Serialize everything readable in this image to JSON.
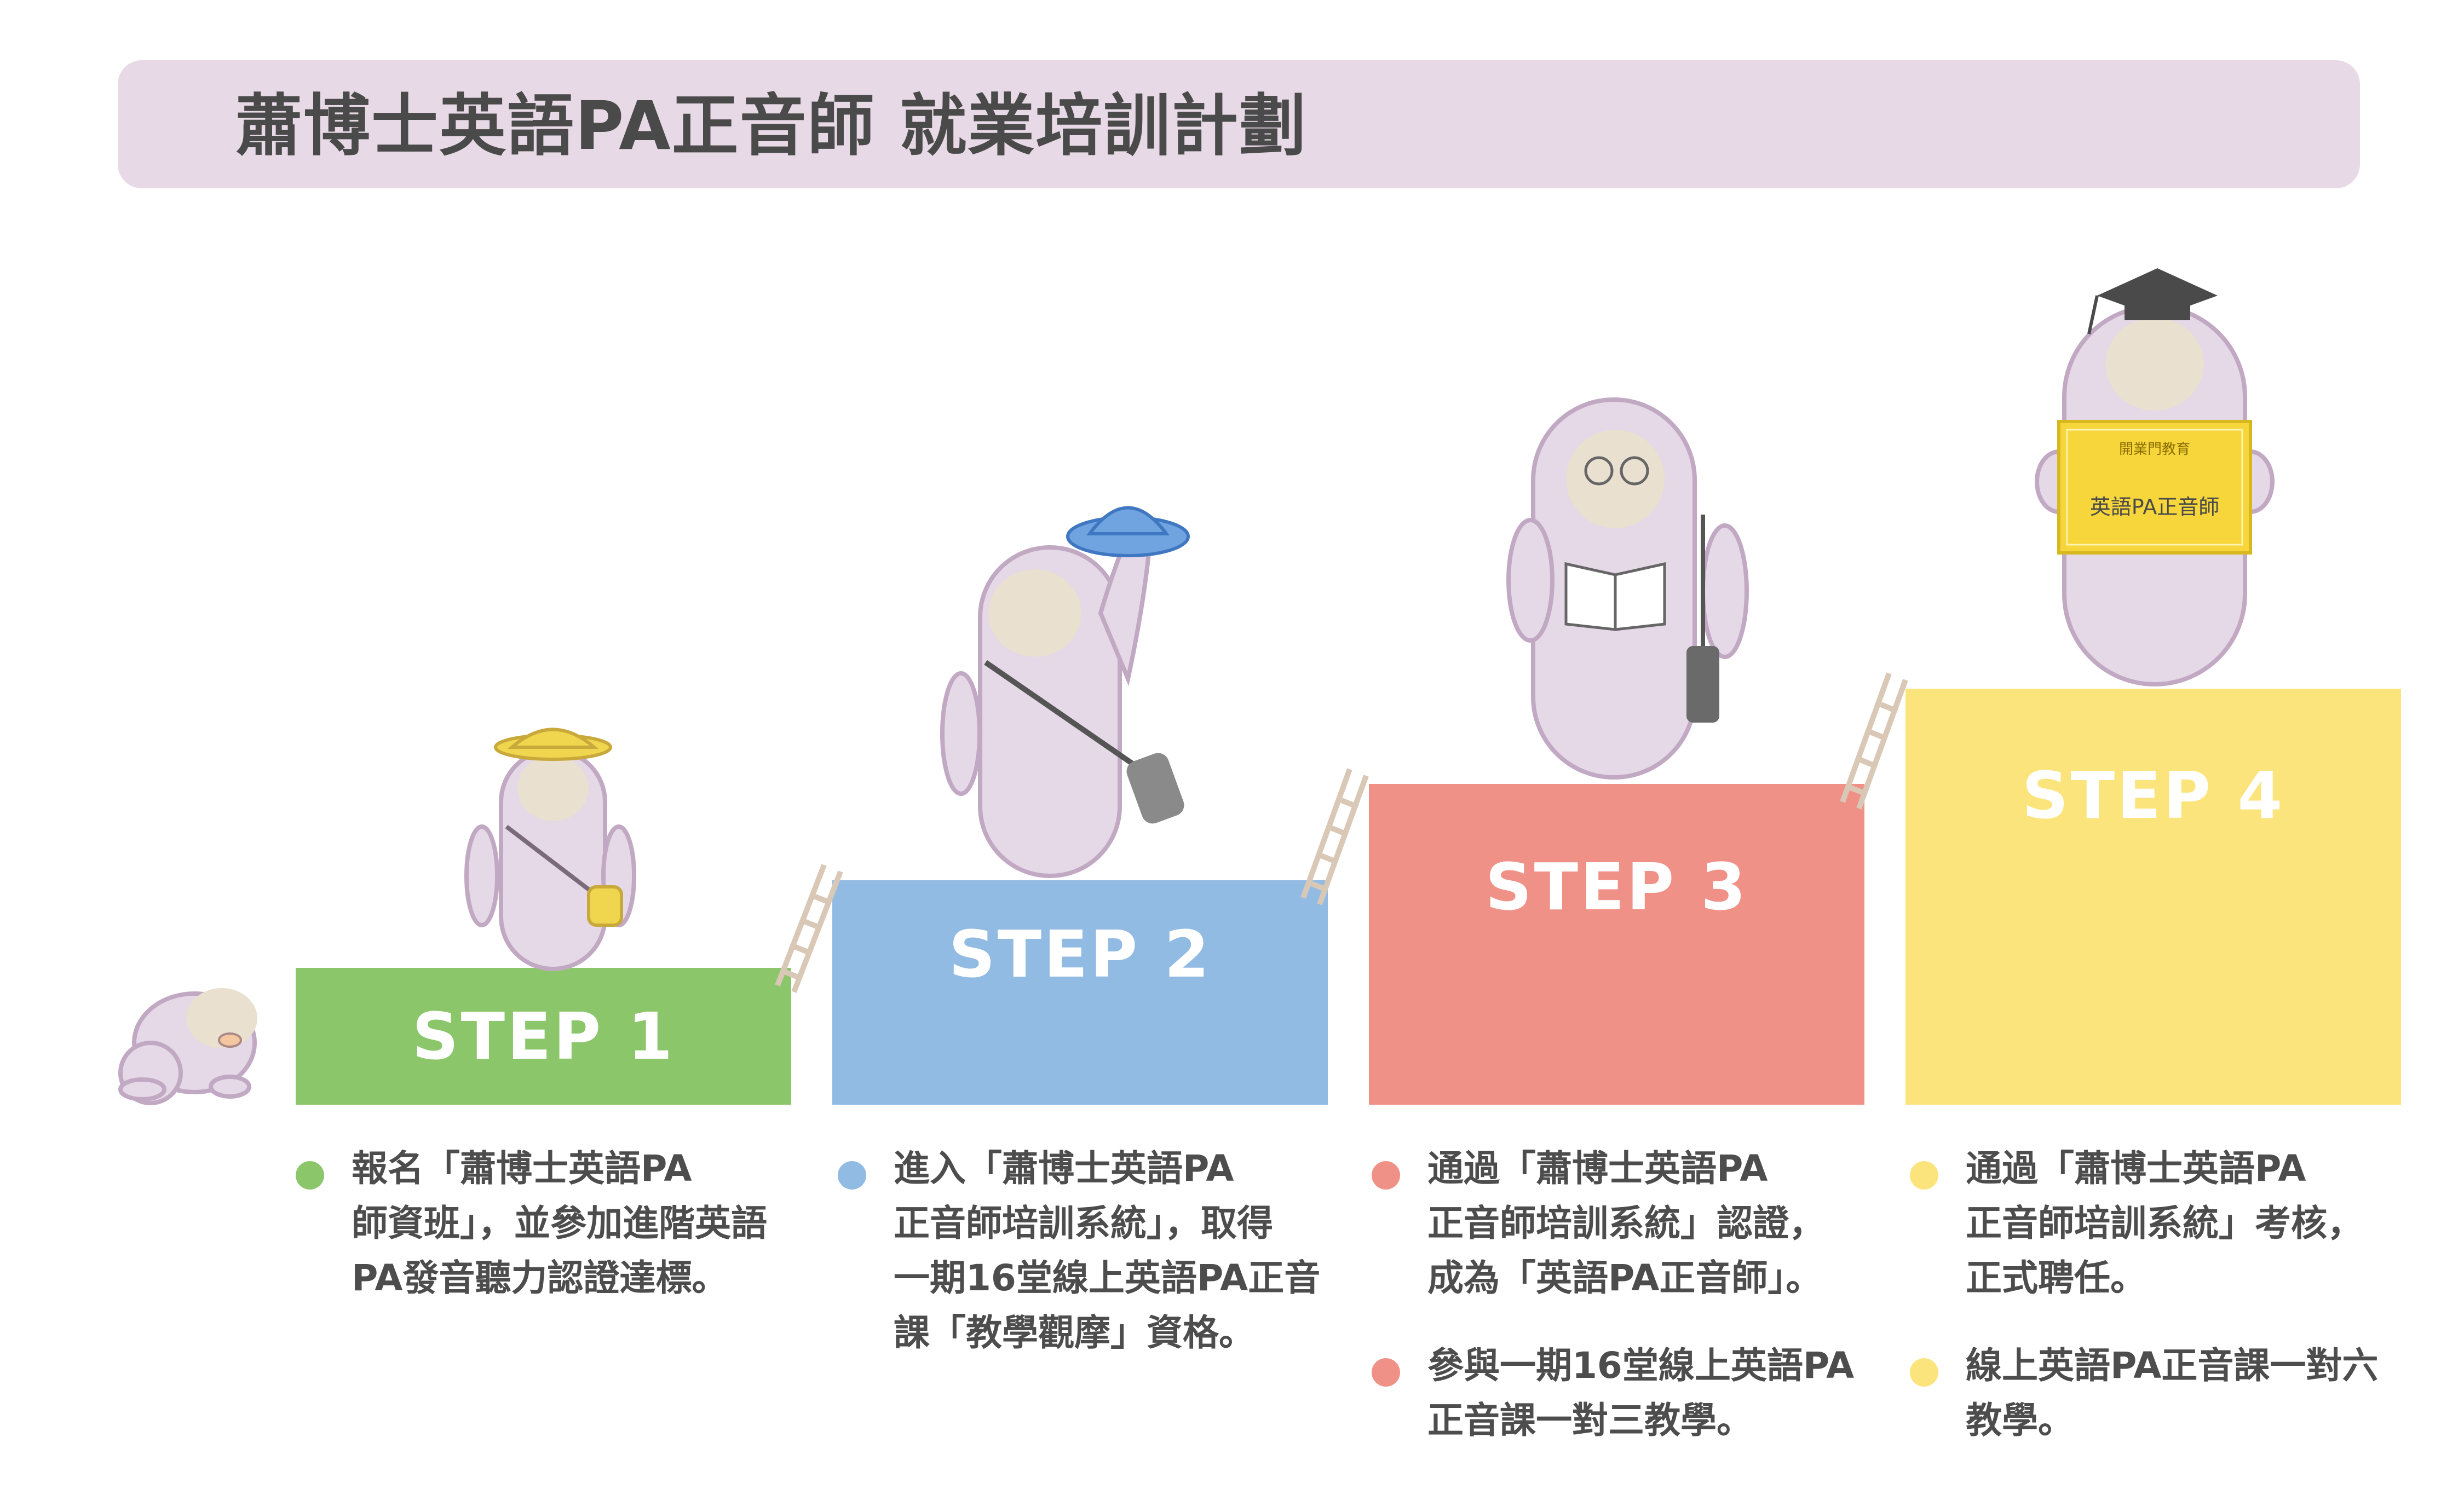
{
  "header": {
    "title": "蕭博士英語PA正音師 就業培訓計劃"
  },
  "colors": {
    "banner": "#e7d9e5",
    "step1": "#8cc66b",
    "step2": "#92bbe3",
    "step3": "#f09188",
    "step4": "#fce47d",
    "character": "#e5d8e7",
    "outline": "#c2a9c3"
  },
  "steps": [
    {
      "label": "STEP 1",
      "bullets": [
        {
          "lines": [
            "報名「蕭博士英語PA",
            "師資班」，並參加進階英語",
            "PA發音聽力認證達標。"
          ]
        }
      ]
    },
    {
      "label": "STEP 2",
      "bullets": [
        {
          "lines": [
            "進入「蕭博士英語PA",
            "正音師培訓系統」，取得",
            "一期16堂線上英語PA正音",
            "課「教學觀摩」資格。"
          ]
        }
      ]
    },
    {
      "label": "STEP 3",
      "bullets": [
        {
          "lines": [
            "通過「蕭博士英語PA",
            "正音師培訓系統」認證，",
            "成為「英語PA正音師」。"
          ]
        },
        {
          "lines": [
            "參與一期16堂線上英語PA",
            "正音課一對三教學。"
          ]
        }
      ]
    },
    {
      "label": "STEP 4",
      "bullets": [
        {
          "lines": [
            "通過「蕭博士英語PA",
            "正音師培訓系統」考核，",
            "正式聘任。"
          ]
        },
        {
          "lines": [
            "線上英語PA正音課一對六",
            "教學。"
          ]
        }
      ]
    }
  ],
  "certificate": {
    "org": "開業門教育",
    "title": "英語PA正音師"
  },
  "icons": [
    "baby-character-icon",
    "yellow-hat-character-icon",
    "blue-cap-character-icon",
    "glasses-reader-character-icon",
    "graduate-character-icon",
    "ladder-icon",
    "book-icon",
    "bag-icon",
    "mortarboard-icon",
    "certificate-icon"
  ]
}
